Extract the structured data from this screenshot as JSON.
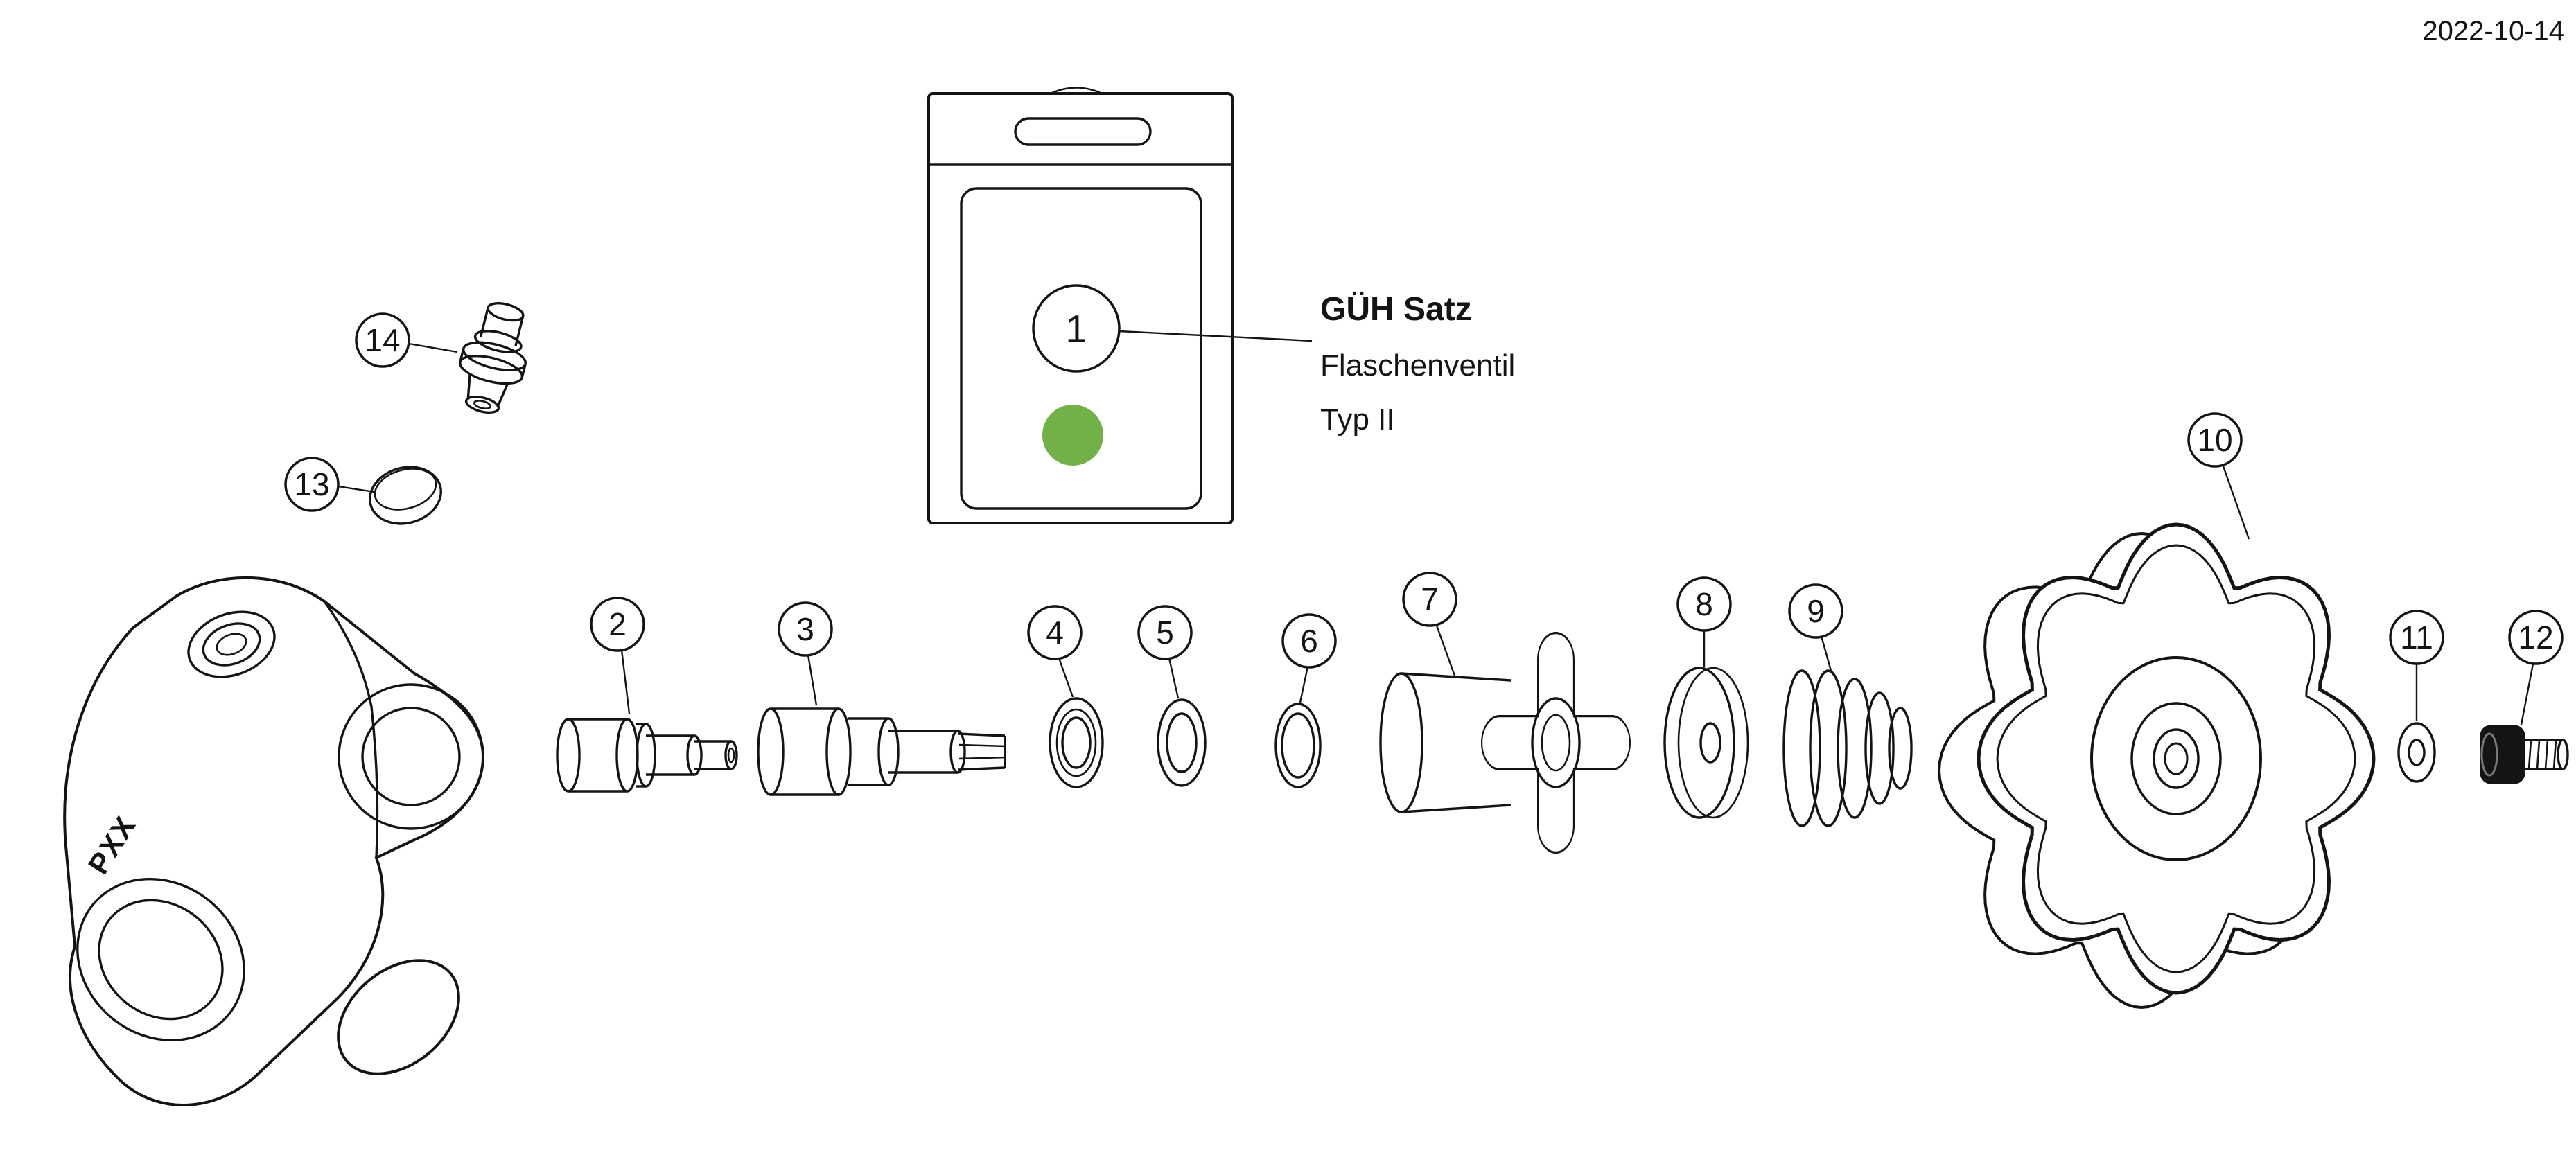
{
  "date": "2022-10-14",
  "package_label": {
    "title": "GÜH Satz",
    "line2": "Flaschenventil",
    "line3": "Typ II"
  },
  "body_marking": "PXX",
  "colors": {
    "accent_green": "#72b048",
    "line": "#141414",
    "background": "#ffffff"
  },
  "callouts": [
    {
      "number": "1",
      "green": false
    },
    {
      "number": "2",
      "green": true
    },
    {
      "number": "3",
      "green": false
    },
    {
      "number": "4",
      "green": true
    },
    {
      "number": "5",
      "green": true
    },
    {
      "number": "6",
      "green": true
    },
    {
      "number": "7",
      "green": false
    },
    {
      "number": "8",
      "green": false
    },
    {
      "number": "9",
      "green": false
    },
    {
      "number": "10",
      "green": false
    },
    {
      "number": "11",
      "green": false
    },
    {
      "number": "12",
      "green": false
    },
    {
      "number": "13",
      "green": false
    },
    {
      "number": "14",
      "green": false
    }
  ]
}
